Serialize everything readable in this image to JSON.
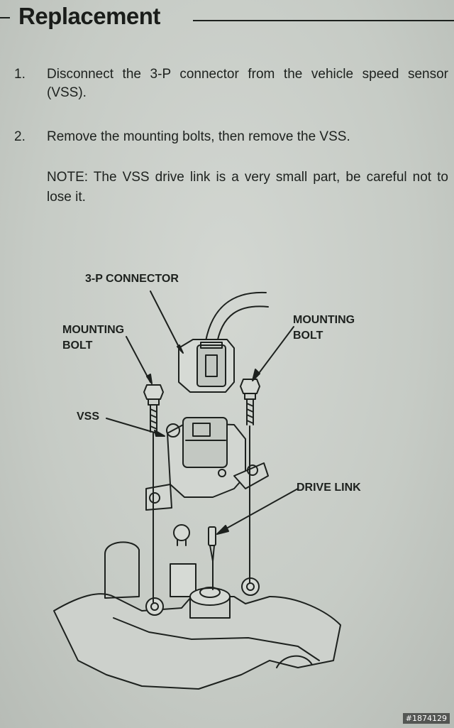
{
  "section": {
    "title": "Replacement"
  },
  "steps": [
    {
      "number": "1.",
      "text": "Disconnect the 3-P connector from the vehicle speed sensor (VSS)."
    },
    {
      "number": "2.",
      "text": "Remove the mounting bolts, then remove the VSS."
    }
  ],
  "note": "NOTE: The VSS drive link is a very small part, be careful not to lose it.",
  "diagram": {
    "labels": {
      "connector": "3-P CONNECTOR",
      "bolt_left": "MOUNTING\nBOLT",
      "bolt_right": "MOUNTING\nBOLT",
      "vss": "VSS",
      "drive_link": "DRIVE LINK"
    }
  },
  "watermark": "#1874129",
  "colors": {
    "ink": "#1d211e",
    "paper": "#c9cdc8"
  }
}
